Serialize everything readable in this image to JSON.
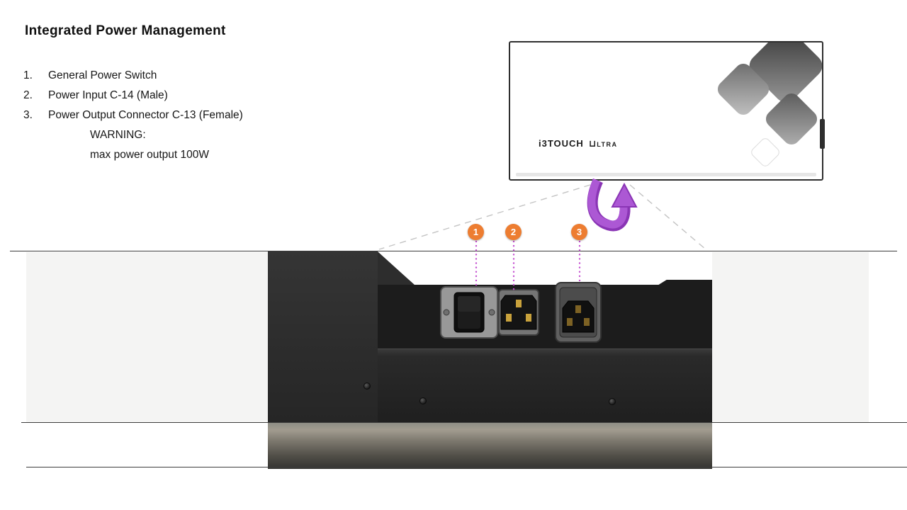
{
  "page": {
    "title": "Integrated Power Management"
  },
  "legend": {
    "items": [
      {
        "num": "1.",
        "label": "General Power Switch"
      },
      {
        "num": "2.",
        "label": "Power Input C-14 (Male)"
      },
      {
        "num": "3.",
        "label": "Power Output Connector C-13 (Female)"
      }
    ],
    "warning_title": "WARNING:",
    "warning_text": "max power output 100W"
  },
  "display": {
    "brand": "i3TOUCH",
    "series_glyph": "⊔",
    "series": "LTRA"
  },
  "callouts": [
    {
      "num": "1"
    },
    {
      "num": "2"
    },
    {
      "num": "3"
    }
  ],
  "colors": {
    "callout_orange": "#ED7D31",
    "leader_magenta": "#C44FD0",
    "arrow_purple": "#AC58D4"
  }
}
